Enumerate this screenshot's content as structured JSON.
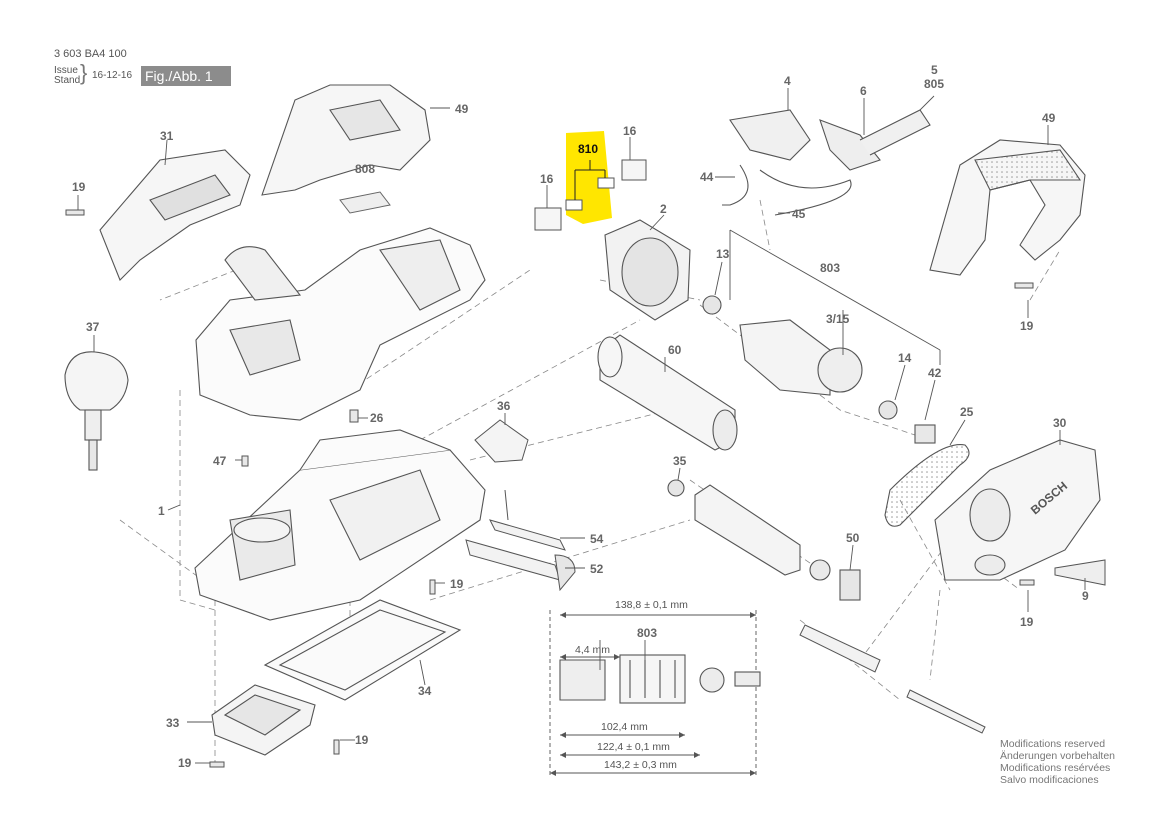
{
  "header": {
    "part_code": "3 603 BA4 100",
    "issue": "Issue",
    "stand": "Stand",
    "date": "16-12-16",
    "figure": "Fig./Abb. 1"
  },
  "callouts": [
    {
      "id": "c31",
      "label": "31"
    },
    {
      "id": "c49a",
      "label": "49"
    },
    {
      "id": "c19a",
      "label": "19"
    },
    {
      "id": "c808",
      "label": "808"
    },
    {
      "id": "c37",
      "label": "37"
    },
    {
      "id": "c26",
      "label": "26"
    },
    {
      "id": "c47",
      "label": "47"
    },
    {
      "id": "c1",
      "label": "1"
    },
    {
      "id": "c36",
      "label": "36"
    },
    {
      "id": "c54",
      "label": "54"
    },
    {
      "id": "c52",
      "label": "52"
    },
    {
      "id": "c19b",
      "label": "19"
    },
    {
      "id": "c34",
      "label": "34"
    },
    {
      "id": "c33",
      "label": "33"
    },
    {
      "id": "c19c",
      "label": "19"
    },
    {
      "id": "c19d",
      "label": "19"
    },
    {
      "id": "c16a",
      "label": "16"
    },
    {
      "id": "c16b",
      "label": "16"
    },
    {
      "id": "c810",
      "label": "810"
    },
    {
      "id": "c2",
      "label": "2"
    },
    {
      "id": "c4",
      "label": "4"
    },
    {
      "id": "c6",
      "label": "6"
    },
    {
      "id": "c5",
      "label": "5"
    },
    {
      "id": "c805",
      "label": "805"
    },
    {
      "id": "c44",
      "label": "44"
    },
    {
      "id": "c45",
      "label": "45"
    },
    {
      "id": "c49b",
      "label": "49"
    },
    {
      "id": "c19e",
      "label": "19"
    },
    {
      "id": "c13",
      "label": "13"
    },
    {
      "id": "c803a",
      "label": "803"
    },
    {
      "id": "c315",
      "label": "3/15"
    },
    {
      "id": "c14",
      "label": "14"
    },
    {
      "id": "c42",
      "label": "42"
    },
    {
      "id": "c60",
      "label": "60"
    },
    {
      "id": "c25",
      "label": "25"
    },
    {
      "id": "c30",
      "label": "30"
    },
    {
      "id": "c35",
      "label": "35"
    },
    {
      "id": "c50",
      "label": "50"
    },
    {
      "id": "c9",
      "label": "9"
    },
    {
      "id": "c19f",
      "label": "19"
    },
    {
      "id": "c803b",
      "label": "803"
    }
  ],
  "brand_text": "BOSCH",
  "dimensions": {
    "total_rotor": "138,8 ± 0,1 mm",
    "offset": "4,4 mm",
    "length1": "102,4 mm",
    "length2": "122,4 ± 0,1 mm",
    "length3": "143,2 ± 0,3 mm"
  },
  "highlight_color": "#ffe600",
  "notice": [
    "Modifications reserved",
    "Änderungen vorbehalten",
    "Modifications resérvées",
    "Salvo modificaciones"
  ]
}
